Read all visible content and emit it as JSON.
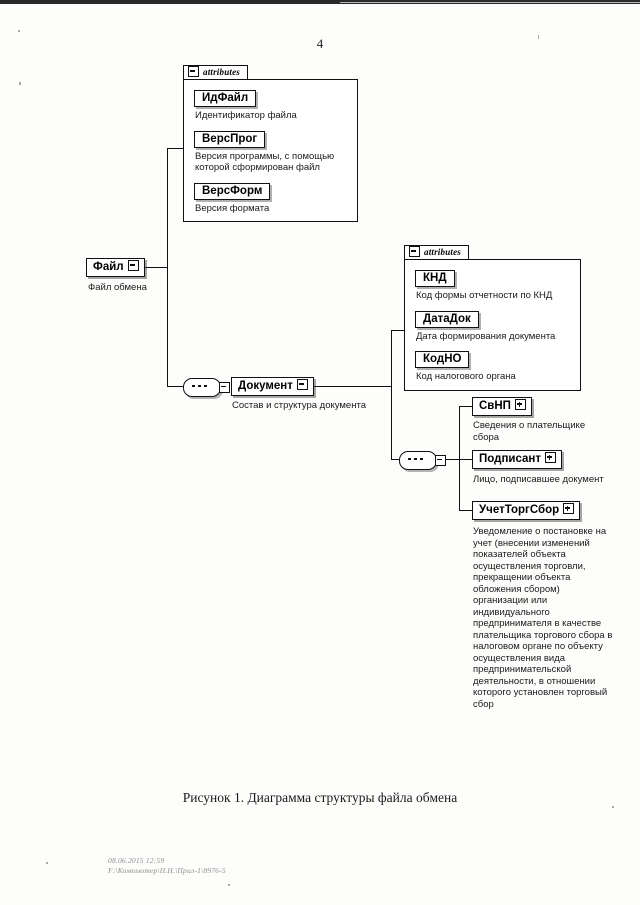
{
  "page": {
    "number": "4",
    "figure_caption": "Рисунок 1. Диаграмма структуры файла обмена",
    "footer_line1": "08.06.2015 12:59",
    "footer_line2": "F:\\Компьютер\\Н.Н.\\Прил-1\\8976-5"
  },
  "diagram": {
    "root": {
      "label": "Файл",
      "toggle": "minus-toggle-icon",
      "description": "Файл обмена"
    },
    "file_attributes": {
      "tab_label": "attributes",
      "tab_toggle": "minus-toggle-icon",
      "items": [
        {
          "name": "ИдФайл",
          "text": "Идентификатор файла"
        },
        {
          "name": "ВерсПрог",
          "text": "Версия программы, с помощью\nкоторой сформирован файл"
        },
        {
          "name": "ВерсФорм",
          "text": "Версия формата"
        }
      ]
    },
    "document_node": {
      "label": "Документ",
      "toggle": "minus-toggle-icon",
      "description": "Состав и структура документа",
      "sequence_icon": "sequence-compositor-icon"
    },
    "document_attributes": {
      "tab_label": "attributes",
      "tab_toggle": "minus-toggle-icon",
      "items": [
        {
          "name": "КНД",
          "text": "Код формы отчетности по КНД"
        },
        {
          "name": "ДатаДок",
          "text": "Дата формирования документа"
        },
        {
          "name": "КодНО",
          "text": "Код налогового органа"
        }
      ]
    },
    "children_sequence_icon": "sequence-compositor-icon",
    "children": [
      {
        "label": "СвНП",
        "toggle": "plus-toggle-icon",
        "description": "Сведения о плательщике\nсбора"
      },
      {
        "label": "Подписант",
        "toggle": "plus-toggle-icon",
        "description": "Лицо, подписавшее документ"
      },
      {
        "label": "УчетТоргСбор",
        "toggle": "plus-toggle-icon",
        "description": "Уведомление о постановке на\nучет (внесении изменений\nпоказателей объекта\nосуществления торговли,\nпрекращении объекта\nобложения сбором)\nорганизации или\nиндивидуального\nпредпринимателя в качестве\nплательщика торгового сбора в\nналоговом органе по объекту\nосуществления вида\nпредпринимательской\nдеятельности, в отношении\nкоторого установлен торговый\nсбор"
      }
    ]
  }
}
